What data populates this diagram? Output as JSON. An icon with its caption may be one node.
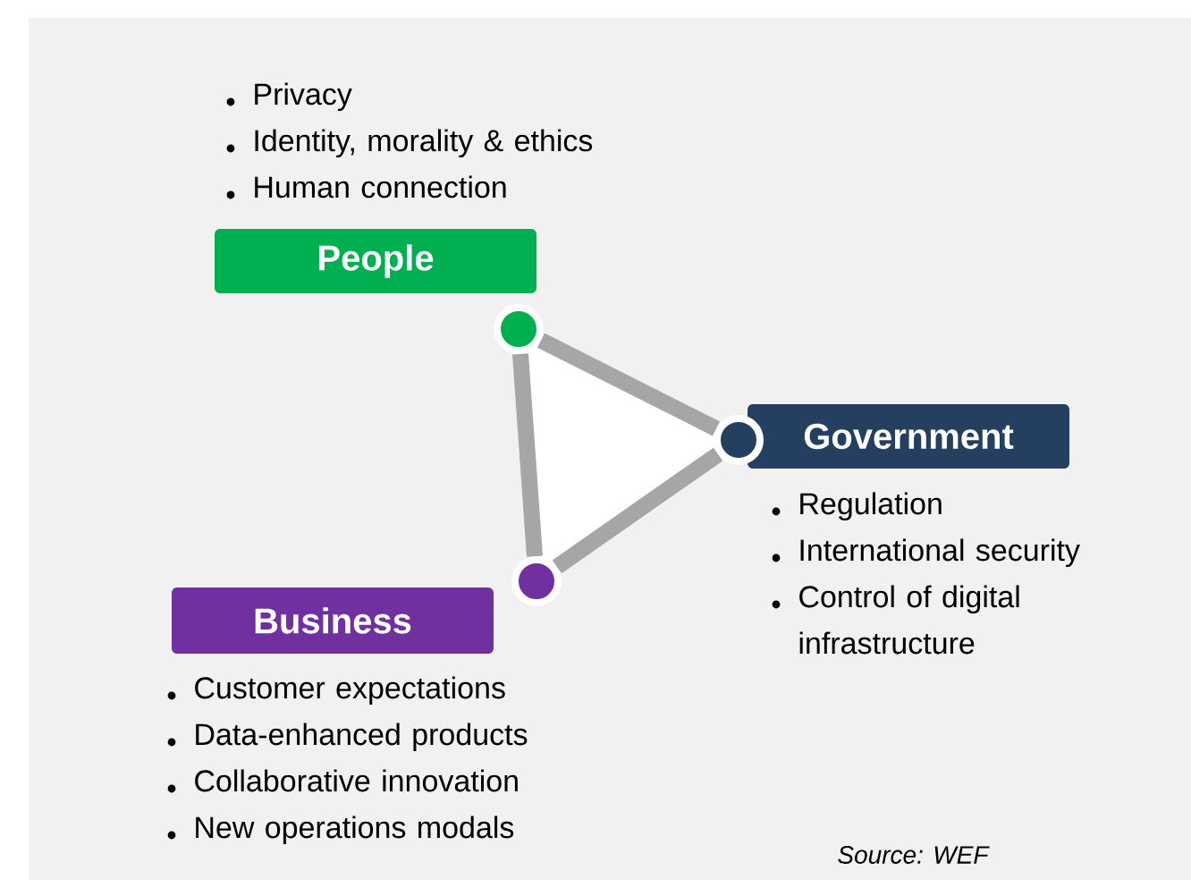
{
  "diagram": {
    "nodes": [
      {
        "text": [
          "People"
        ],
        "beside": [
          "Privacy",
          "Identity, morality & ethics",
          "Human connection"
        ]
      },
      {
        "text": [
          "Government"
        ],
        "beside": [
          "Regulation",
          "International security",
          "Control of digital infrastructure"
        ]
      },
      {
        "text": [
          "Business"
        ],
        "beside": [
          "Customer expectations",
          "Data-enhanced products",
          "Collaborative innovation",
          "New operations modals"
        ]
      },
      {
        "text": [],
        "shape": "circle"
      },
      {
        "text": [],
        "shape": "circle"
      },
      {
        "text": [],
        "shape": "circle"
      }
    ],
    "edges": [
      {
        "from": 3,
        "to": 4,
        "arrow": "none"
      },
      {
        "from": 4,
        "to": 5,
        "arrow": "none"
      },
      {
        "from": 5,
        "to": 3,
        "arrow": "none"
      }
    ],
    "labels": [
      "Source: WEF"
    ]
  }
}
